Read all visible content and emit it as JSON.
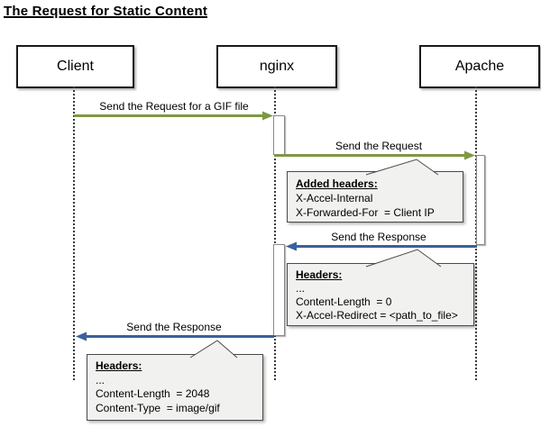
{
  "title": "The Request for Static Content",
  "actors": [
    {
      "id": "client",
      "label": "Client"
    },
    {
      "id": "nginx",
      "label": "nginx"
    },
    {
      "id": "apache",
      "label": "Apache"
    }
  ],
  "messages": [
    {
      "label": "Send the Request for a GIF file",
      "from": "Client",
      "to": "nginx",
      "kind": "request"
    },
    {
      "label": "Send the Request",
      "from": "nginx",
      "to": "Apache",
      "kind": "request"
    },
    {
      "label": "Send the Response",
      "from": "Apache",
      "to": "nginx",
      "kind": "response"
    },
    {
      "label": "Send the Response",
      "from": "nginx",
      "to": "Client",
      "kind": "response"
    }
  ],
  "notes": [
    {
      "heading": "Added headers:",
      "lines": [
        "X-Accel-Internal",
        "X-Forwarded-For  = Client IP"
      ]
    },
    {
      "heading": "Headers:",
      "lines": [
        "...",
        "Content-Length  = 0",
        "X-Accel-Redirect = <path_to_file>"
      ]
    },
    {
      "heading": "Headers:",
      "lines": [
        "...",
        "Content-Length  = 2048",
        "Content-Type  = image/gif"
      ]
    }
  ],
  "colors": {
    "request_arrow": "#7e9944",
    "response_arrow": "#38619e",
    "note_bg": "#f1f1ef",
    "note_border": "#4a4a4a"
  }
}
